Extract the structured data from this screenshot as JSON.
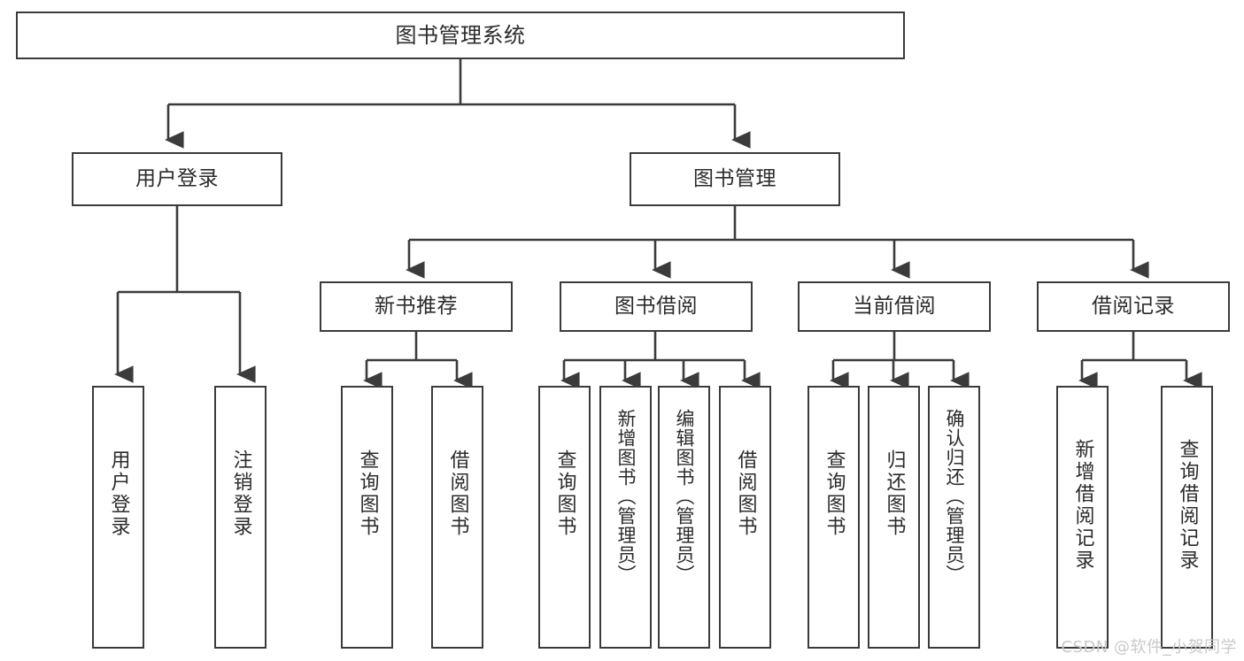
{
  "diagram": {
    "title": "图书管理系统",
    "type": "tree-hierarchy-chart",
    "watermark": "CSDN @软件_小贺同学",
    "colors": {
      "background": "#ffffff",
      "box_border": "#3b3b3b",
      "box_fill": "#ffffff",
      "connector": "#3b3b3b",
      "text": "#2b2b2b",
      "watermark": "#c9c9c9"
    }
  },
  "nodes": {
    "root": {
      "label": "图书管理系统"
    },
    "level1": [
      {
        "id": "user-login",
        "label": "用户登录"
      },
      {
        "id": "book-manage",
        "label": "图书管理"
      }
    ],
    "level2": [
      {
        "id": "new-book-recommend",
        "label": "新书推荐"
      },
      {
        "id": "book-borrow",
        "label": "图书借阅"
      },
      {
        "id": "current-borrow",
        "label": "当前借阅"
      },
      {
        "id": "borrow-record",
        "label": "借阅记录"
      }
    ],
    "leaves": {
      "user_login": [
        {
          "id": "leaf-user-login",
          "label": "用户登录"
        },
        {
          "id": "leaf-logout-login",
          "label": "注销登录"
        }
      ],
      "new_book_recommend": [
        {
          "id": "leaf-query-book-1",
          "label": "查询图书"
        },
        {
          "id": "leaf-borrow-book-1",
          "label": "借阅图书"
        }
      ],
      "book_borrow": [
        {
          "id": "leaf-query-book-2",
          "label": "查询图书"
        },
        {
          "id": "leaf-add-book",
          "label": "新增图书（管理员）"
        },
        {
          "id": "leaf-edit-book",
          "label": "编辑图书（管理员）"
        },
        {
          "id": "leaf-borrow-book-2",
          "label": "借阅图书"
        }
      ],
      "current_borrow": [
        {
          "id": "leaf-query-book-3",
          "label": "查询图书"
        },
        {
          "id": "leaf-return-book",
          "label": "归还图书"
        },
        {
          "id": "leaf-confirm-return",
          "label": "确认归还（管理员）"
        }
      ],
      "borrow_record": [
        {
          "id": "leaf-add-record",
          "label": "新增借阅记录"
        },
        {
          "id": "leaf-query-record",
          "label": "查询借阅记录"
        }
      ]
    }
  }
}
